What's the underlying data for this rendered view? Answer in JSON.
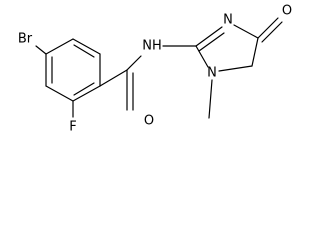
{
  "atoms": {
    "br": "Br",
    "f": "F",
    "amide_o": "O",
    "nh": "NH",
    "ring_n": "N",
    "methyl_n": "N",
    "ketone_o": "O"
  }
}
